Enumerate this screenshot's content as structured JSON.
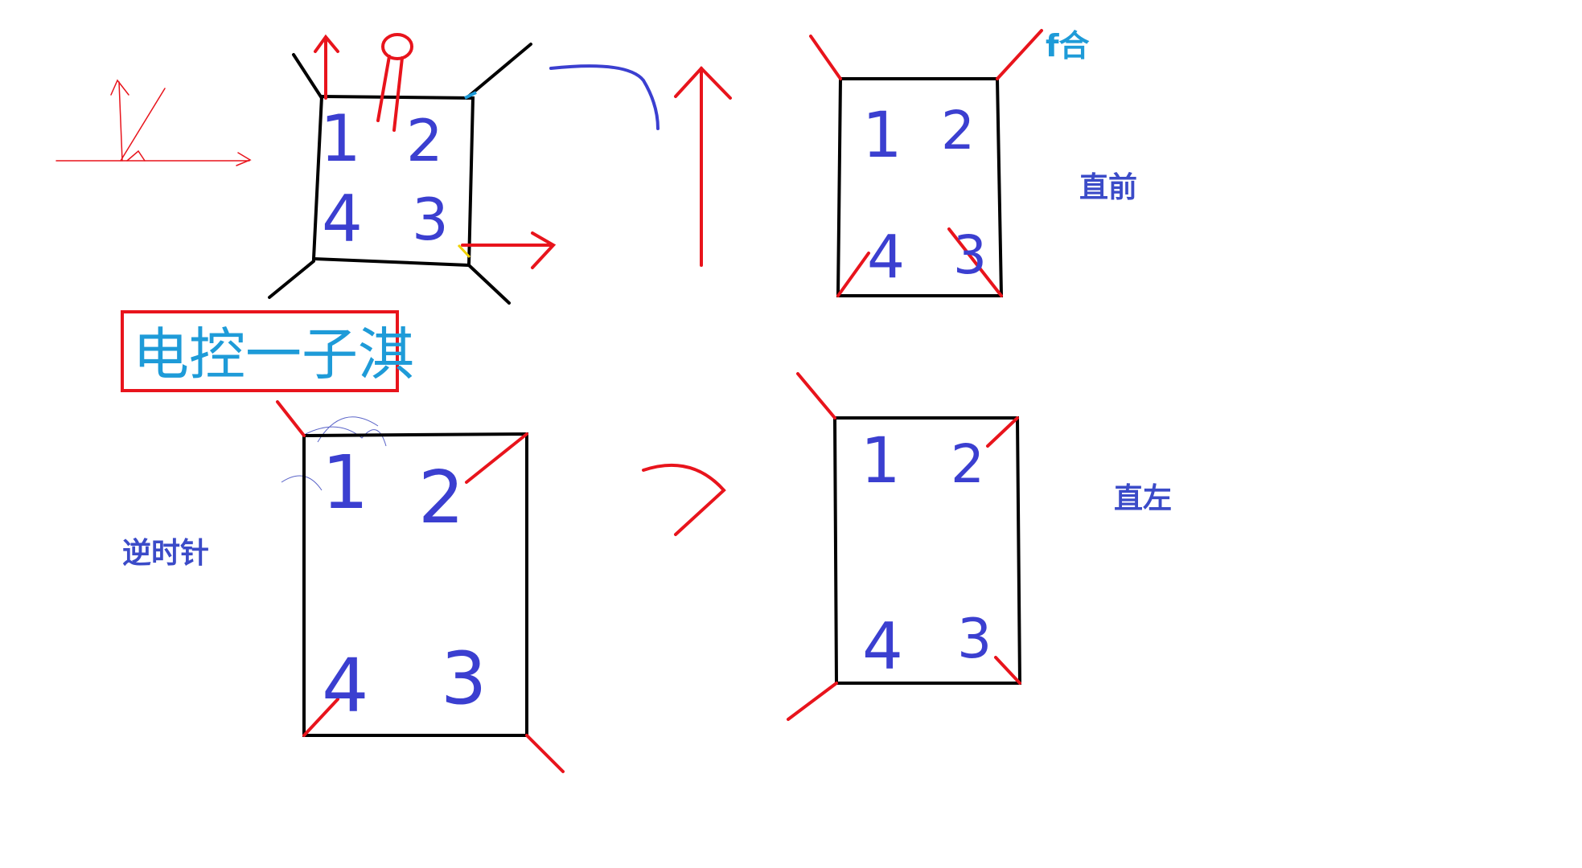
{
  "annotations": {
    "title_box": "电控一子淇",
    "top_right_tag": "f合",
    "straight_forward": "直前",
    "straight_left": "直左",
    "counterclockwise": "逆时针"
  },
  "squares": {
    "top_left": {
      "n1": "1",
      "n2": "2",
      "n3": "3",
      "n4": "4"
    },
    "top_right": {
      "n1": "1",
      "n2": "2",
      "n3": "3",
      "n4": "4"
    },
    "bottom_left": {
      "n1": "1",
      "n2": "2",
      "n3": "3",
      "n4": "4"
    },
    "bottom_right": {
      "n1": "1",
      "n2": "2",
      "n3": "3",
      "n4": "4"
    }
  },
  "colors": {
    "frame": "#000000",
    "wheel_force": "#e8141c",
    "digits": "#3b3fd0",
    "typed_label": "#3b4bc8",
    "title_text": "#1e9bd8",
    "tag": "#1e9bd8"
  }
}
